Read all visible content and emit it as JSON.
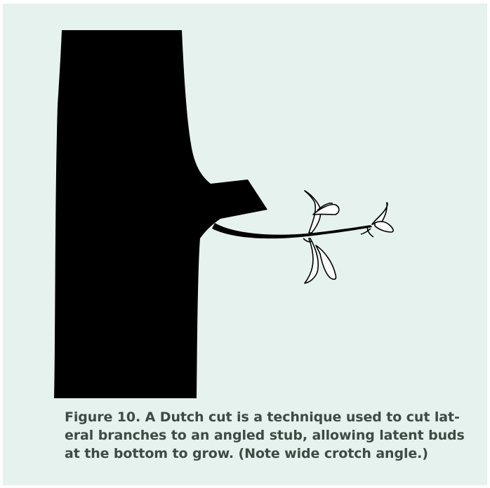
{
  "caption": {
    "lines": [
      "Figure 10. A Dutch cut is a technique used to cut lat-",
      "eral branches to an angled stub, allowing latent buds",
      "at the bottom to grow. (Note wide crotch angle.)"
    ]
  },
  "colors": {
    "background": "#e6f2ee",
    "silhouette": "#000000",
    "caption_text": "#3f4a45"
  }
}
